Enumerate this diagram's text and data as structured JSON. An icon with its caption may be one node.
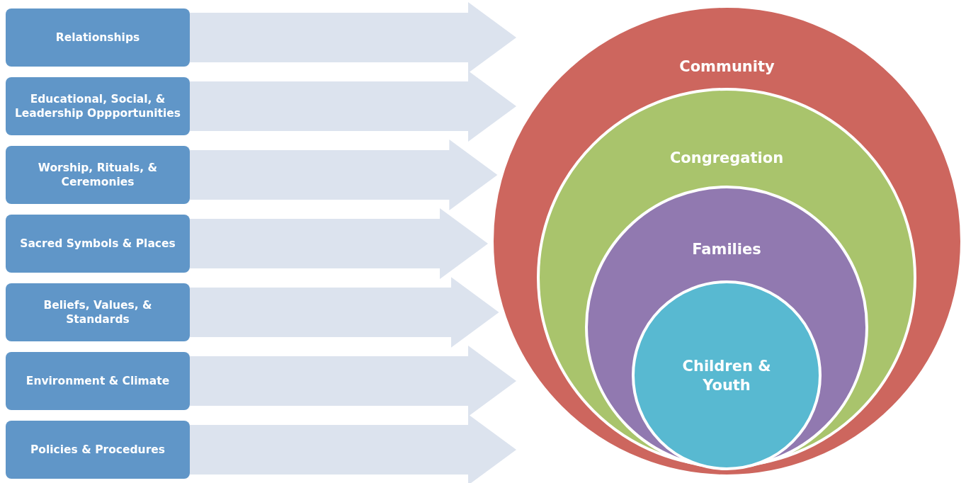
{
  "diagram": {
    "nodes": [
      {
        "text": [
          "Relationships"
        ]
      },
      {
        "text": [
          "Educational, Social, & Leadership Oppportunities"
        ]
      },
      {
        "text": [
          "Worship, Rituals, & Ceremonies"
        ]
      },
      {
        "text": [
          "Sacred Symbols & Places"
        ]
      },
      {
        "text": [
          "Beliefs, Values, & Standards"
        ]
      },
      {
        "text": [
          "Environment & Climate"
        ]
      },
      {
        "text": [
          "Policies & Procedures"
        ]
      },
      {
        "text": [
          "Community"
        ]
      },
      {
        "text": [
          "Congregation"
        ],
        "in": 7
      },
      {
        "text": [
          "Families"
        ],
        "in": 8
      },
      {
        "text": [
          "Children & Youth"
        ],
        "in": 9
      }
    ],
    "edges": [
      {
        "from": 0,
        "to": 7,
        "arrow": "to"
      },
      {
        "from": 1,
        "to": 7,
        "arrow": "to"
      },
      {
        "from": 2,
        "to": 7,
        "arrow": "to"
      },
      {
        "from": 3,
        "to": 7,
        "arrow": "to"
      },
      {
        "from": 4,
        "to": 7,
        "arrow": "to"
      },
      {
        "from": 5,
        "to": 7,
        "arrow": "to"
      },
      {
        "from": 6,
        "to": 7,
        "arrow": "to"
      }
    ]
  }
}
